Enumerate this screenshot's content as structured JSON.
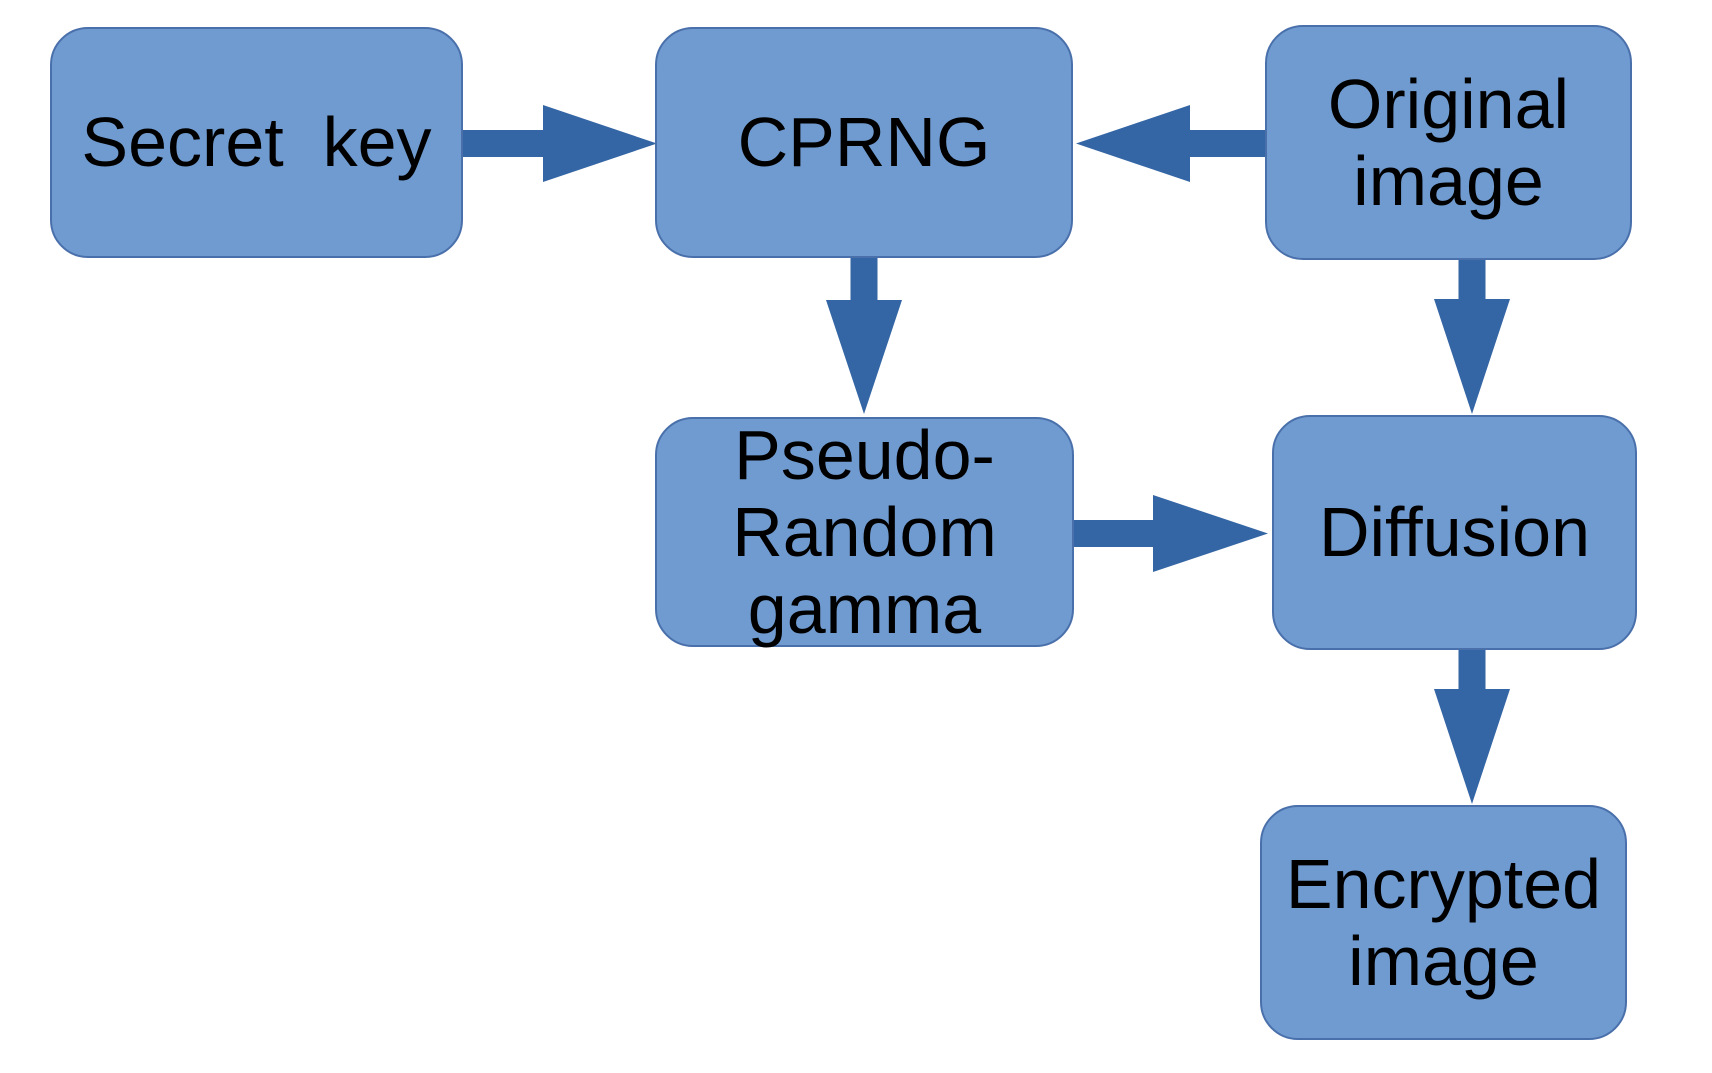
{
  "diagram": {
    "boxes": [
      {
        "id": "secret-key",
        "label": "Secret  key"
      },
      {
        "id": "cprng",
        "label": "CPRNG"
      },
      {
        "id": "original-image",
        "label": "Original\nimage"
      },
      {
        "id": "pseudo-random-gamma",
        "label": "Pseudo-\nRandom\ngamma"
      },
      {
        "id": "diffusion",
        "label": "Diffusion"
      },
      {
        "id": "encrypted-image",
        "label": "Encrypted\nimage"
      }
    ],
    "connections": [
      {
        "from": "secret-key",
        "to": "cprng",
        "direction": "right"
      },
      {
        "from": "original-image",
        "to": "cprng",
        "direction": "left"
      },
      {
        "from": "cprng",
        "to": "pseudo-random-gamma",
        "direction": "down"
      },
      {
        "from": "original-image",
        "to": "diffusion",
        "direction": "down"
      },
      {
        "from": "pseudo-random-gamma",
        "to": "diffusion",
        "direction": "right"
      },
      {
        "from": "diffusion",
        "to": "encrypted-image",
        "direction": "down"
      }
    ],
    "colors": {
      "box_fill": "#709bd0",
      "box_border": "#4a70ab",
      "arrow": "#3465a4",
      "text": "#000000",
      "background": "#ffffff"
    }
  }
}
